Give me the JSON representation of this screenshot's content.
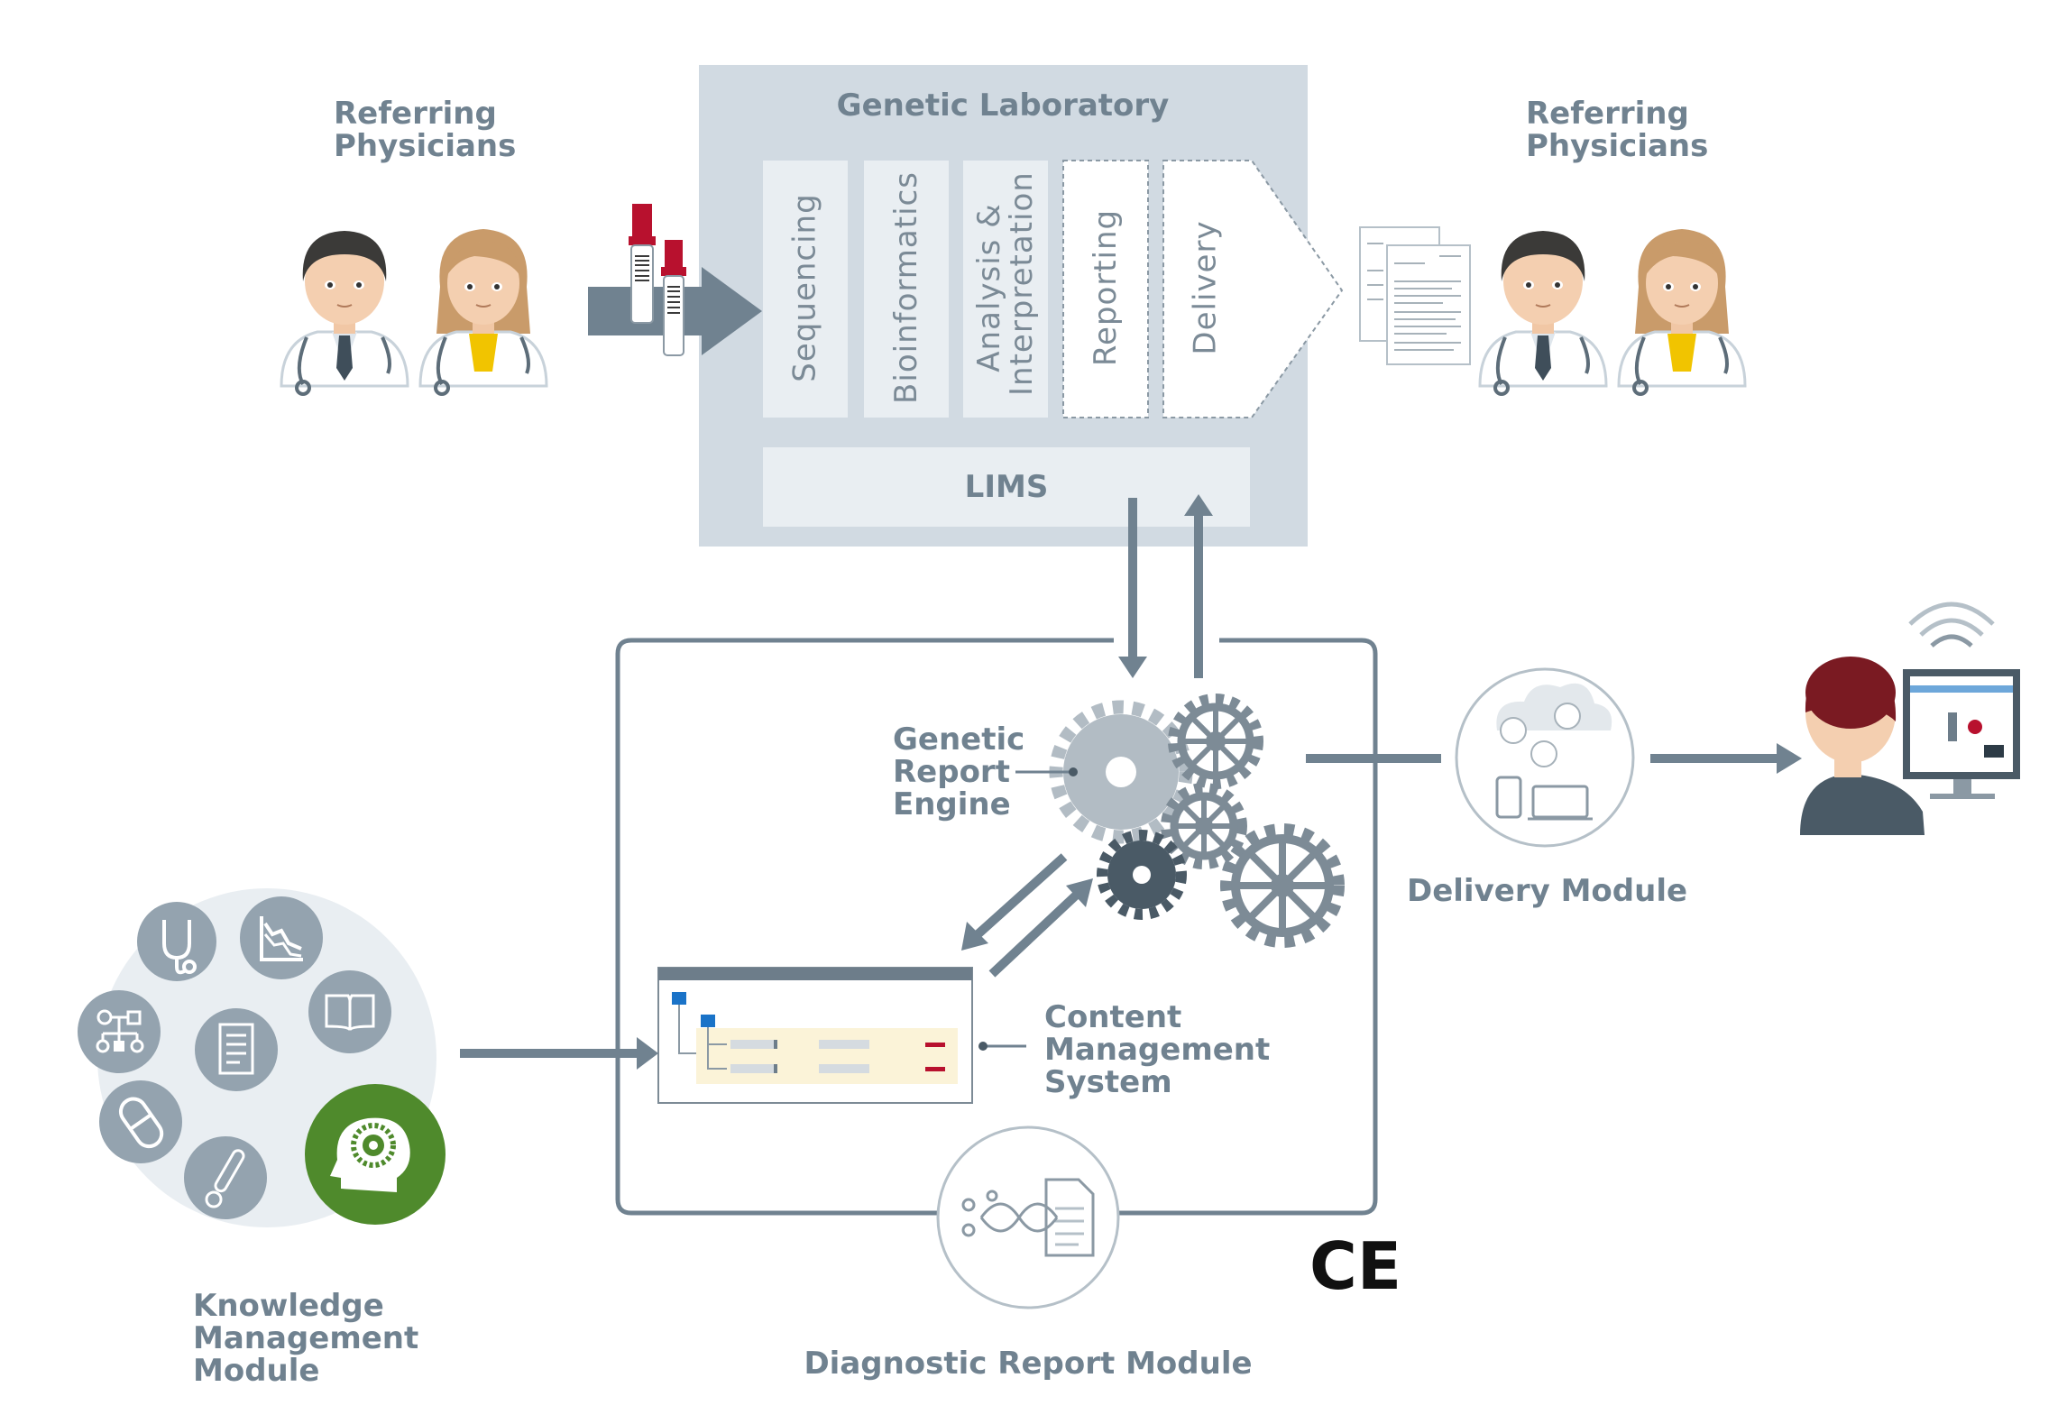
{
  "lab": {
    "title": "Genetic Laboratory",
    "steps": [
      "Sequencing",
      "Bioinformatics",
      "Analysis & Interpretation",
      "Reporting",
      "Delivery"
    ],
    "lims": "LIMS"
  },
  "physicians_left": {
    "line1": "Referring",
    "line2": "Physicians"
  },
  "physicians_right": {
    "line1": "Referring",
    "line2": "Physicians"
  },
  "engine": {
    "line1": "Genetic",
    "line2": "Report",
    "line3": "Engine"
  },
  "cms": {
    "line1": "Content",
    "line2": "Management",
    "line3": "System"
  },
  "delivery_module": "Delivery Module",
  "knowledge": {
    "line1": "Knowledge",
    "line2": "Management",
    "line3": "Module"
  },
  "diagnostic": "Diagnostic Report Module",
  "ce_mark": "CE",
  "colors": {
    "slate": "#708290",
    "lab_bg": "#d1dae2",
    "panel": "#e9eef2",
    "dark_gear": "#4a5a66",
    "mid_gear": "#7d8b96",
    "light_gear": "#b2bcc4",
    "green": "#4f8a2c",
    "red": "#b8112e",
    "user_hair": "#7a1a22",
    "cms_bar": "#6d7d8a",
    "cms_row": "#fbf3d8",
    "blue": "#1a73c8"
  }
}
